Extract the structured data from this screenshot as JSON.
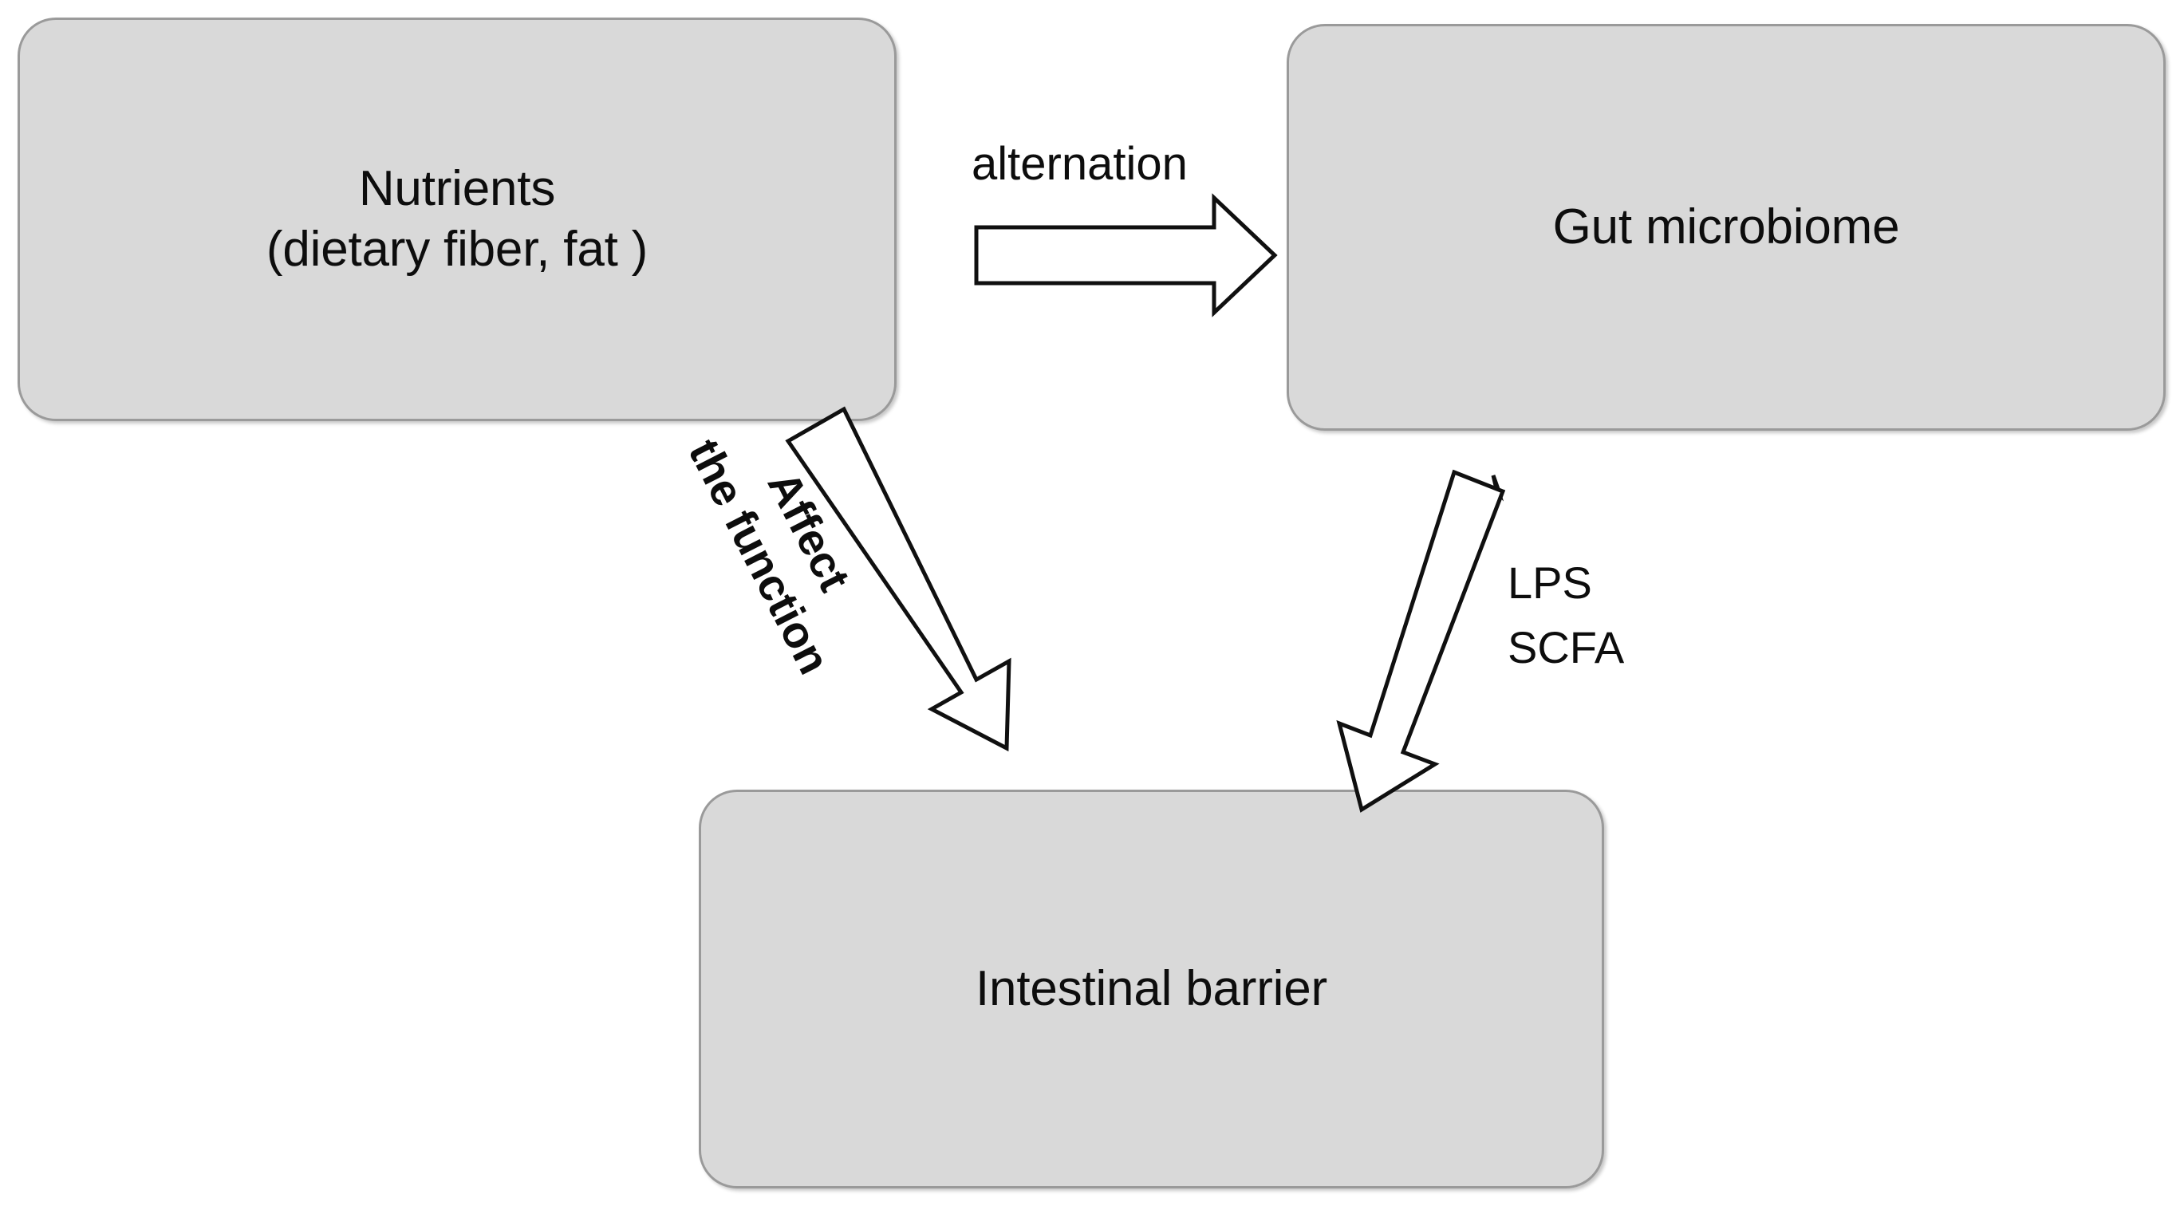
{
  "diagram": {
    "title": "Nutrients - Gut microbiome - Intestinal barrier relationship",
    "background_color": "#FFFFFF",
    "node_fill_color": "#D9D9D9",
    "node_border_color": "#9A9A9A",
    "text_color": "#0D0D0D",
    "arrow_fill_color": "#FFFFFF",
    "arrow_stroke_color": "#101010"
  },
  "nodes": {
    "nutrients": {
      "label": "Nutrients\n(dietary fiber, fat )",
      "shape": "rounded-rectangle"
    },
    "gut_microbiome": {
      "label": "Gut microbiome",
      "shape": "rounded-rectangle"
    },
    "intestinal_barrier": {
      "label": "Intestinal barrier",
      "shape": "rounded-rectangle"
    }
  },
  "edges": {
    "nutrients_to_gut": {
      "label": "alternation",
      "from": "nutrients",
      "to": "gut_microbiome",
      "direction": "right",
      "style": "hollow-block-arrow"
    },
    "nutrients_to_barrier": {
      "label": "Affect\nthe function",
      "from": "nutrients",
      "to": "intestinal_barrier",
      "direction": "down-right",
      "style": "hollow-block-arrow",
      "label_rotation_deg": 63
    },
    "gut_to_barrier": {
      "label": "LPS\nSCFA",
      "from": "gut_microbiome",
      "to": "intestinal_barrier",
      "direction": "down-left",
      "style": "hollow-block-arrow"
    }
  }
}
